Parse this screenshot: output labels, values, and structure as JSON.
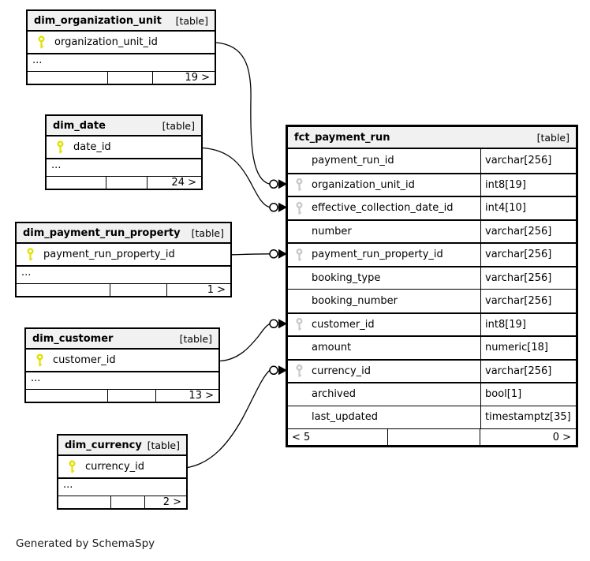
{
  "footer_note": "Generated by SchemaSpy",
  "colors": {
    "header_bg": "#f1f1f1",
    "primary_key_yellow": "#e1e100",
    "foreign_key_grey": "#c9c9c9",
    "line": "#000000",
    "background": "#ffffff"
  },
  "tables": {
    "dim_organization_unit": {
      "title": "dim_organization_unit",
      "badge": "[table]",
      "pk_column": "organization_unit_id",
      "ellipsis": "...",
      "more_count": "19 >"
    },
    "dim_date": {
      "title": "dim_date",
      "badge": "[table]",
      "pk_column": "date_id",
      "ellipsis": "...",
      "more_count": "24 >"
    },
    "dim_payment_run_property": {
      "title": "dim_payment_run_property",
      "badge": "[table]",
      "pk_column": "payment_run_property_id",
      "ellipsis": "...",
      "more_count": "1 >"
    },
    "dim_customer": {
      "title": "dim_customer",
      "badge": "[table]",
      "pk_column": "customer_id",
      "ellipsis": "...",
      "more_count": "13 >"
    },
    "dim_currency": {
      "title": "dim_currency",
      "badge": "[table]",
      "pk_column": "currency_id",
      "ellipsis": "...",
      "more_count": "2 >"
    },
    "fct_payment_run": {
      "title": "fct_payment_run",
      "badge": "[table]",
      "columns": [
        {
          "name": "payment_run_id",
          "type": "varchar[256]"
        },
        {
          "name": "organization_unit_id",
          "type": "int8[19]"
        },
        {
          "name": "effective_collection_date_id",
          "type": "int4[10]"
        },
        {
          "name": "number",
          "type": "varchar[256]"
        },
        {
          "name": "payment_run_property_id",
          "type": "varchar[256]"
        },
        {
          "name": "booking_type",
          "type": "varchar[256]"
        },
        {
          "name": "booking_number",
          "type": "varchar[256]"
        },
        {
          "name": "customer_id",
          "type": "int8[19]"
        },
        {
          "name": "amount",
          "type": "numeric[18]"
        },
        {
          "name": "currency_id",
          "type": "varchar[256]"
        },
        {
          "name": "archived",
          "type": "bool[1]"
        },
        {
          "name": "last_updated",
          "type": "timestamptz[35]"
        }
      ],
      "footer_left": "< 5",
      "footer_right": "0 >"
    }
  }
}
